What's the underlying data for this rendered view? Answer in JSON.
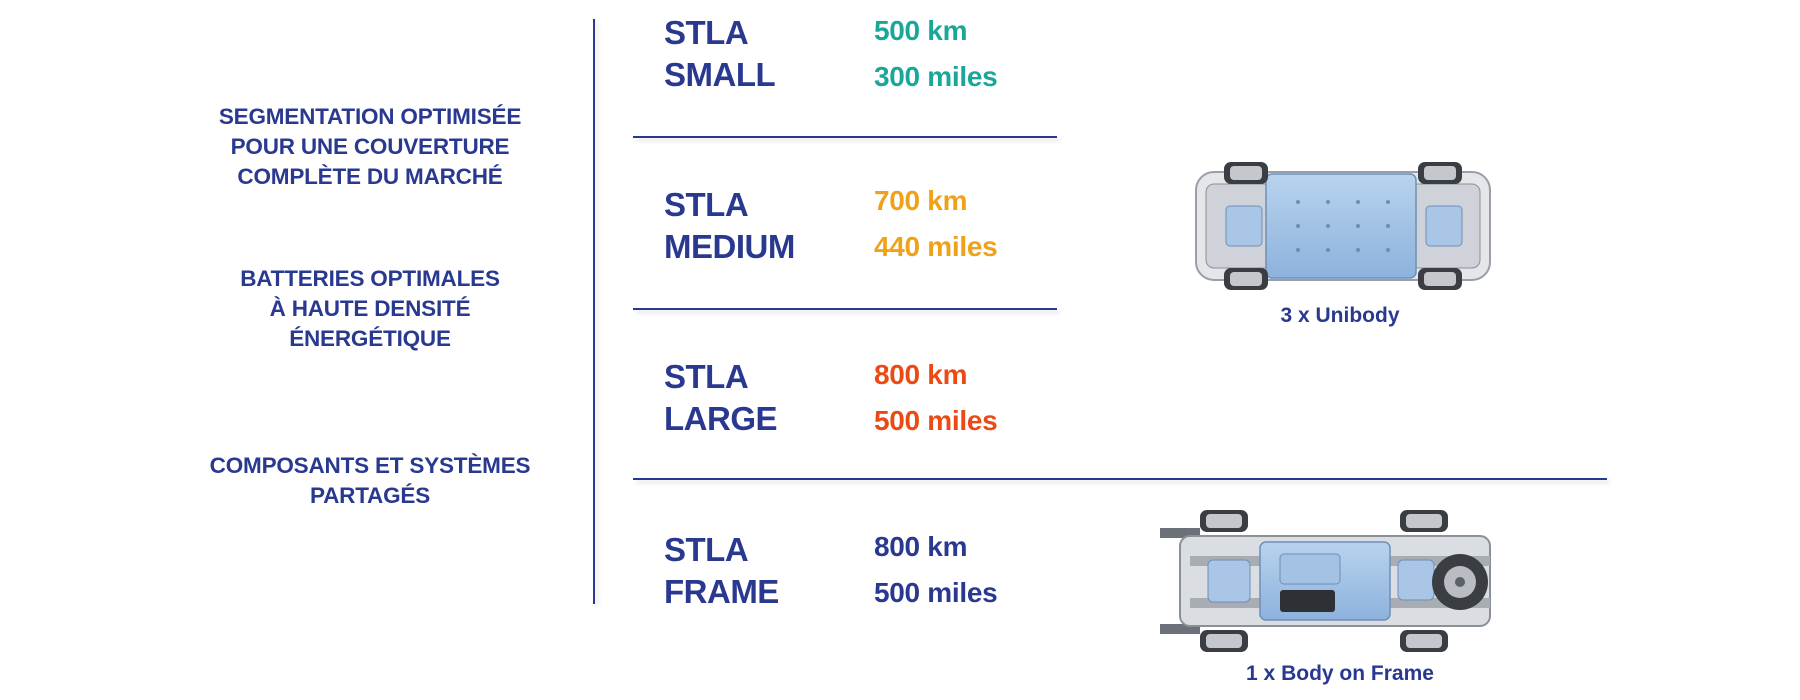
{
  "left_blocks": [
    {
      "text": "SEGMENTATION OPTIMISÉE\nPOUR UNE COUVERTURE\nCOMPLÈTE DU MARCHÉ"
    },
    {
      "text": "BATTERIES OPTIMALES\nÀ HAUTE DENSITÉ\nÉNERGÉTIQUE"
    },
    {
      "text": "COMPOSANTS ET SYSTÈMES\nPARTAGÉS"
    }
  ],
  "platforms": [
    {
      "line1": "STLA",
      "line2": "SMALL",
      "km": "500 km",
      "miles": "300 miles",
      "color": "#1aa79a"
    },
    {
      "line1": "STLA",
      "line2": "MEDIUM",
      "km": "700 km",
      "miles": "440 miles",
      "color": "#f0a11a"
    },
    {
      "line1": "STLA",
      "line2": "LARGE",
      "km": "800 km",
      "miles": "500 miles",
      "color": "#ec4a14"
    },
    {
      "line1": "STLA",
      "line2": "FRAME",
      "km": "800 km",
      "miles": "500 miles",
      "color": "#2a3990"
    }
  ],
  "captions": {
    "unibody": "3 x Unibody",
    "body_on_frame": "1 x Body on Frame"
  },
  "colors": {
    "brand_navy": "#2a3990",
    "chassis_blue": "#9fc1e6"
  },
  "images": {
    "unibody_icon": "unibody-chassis-icon",
    "frame_icon": "body-on-frame-chassis-icon"
  }
}
